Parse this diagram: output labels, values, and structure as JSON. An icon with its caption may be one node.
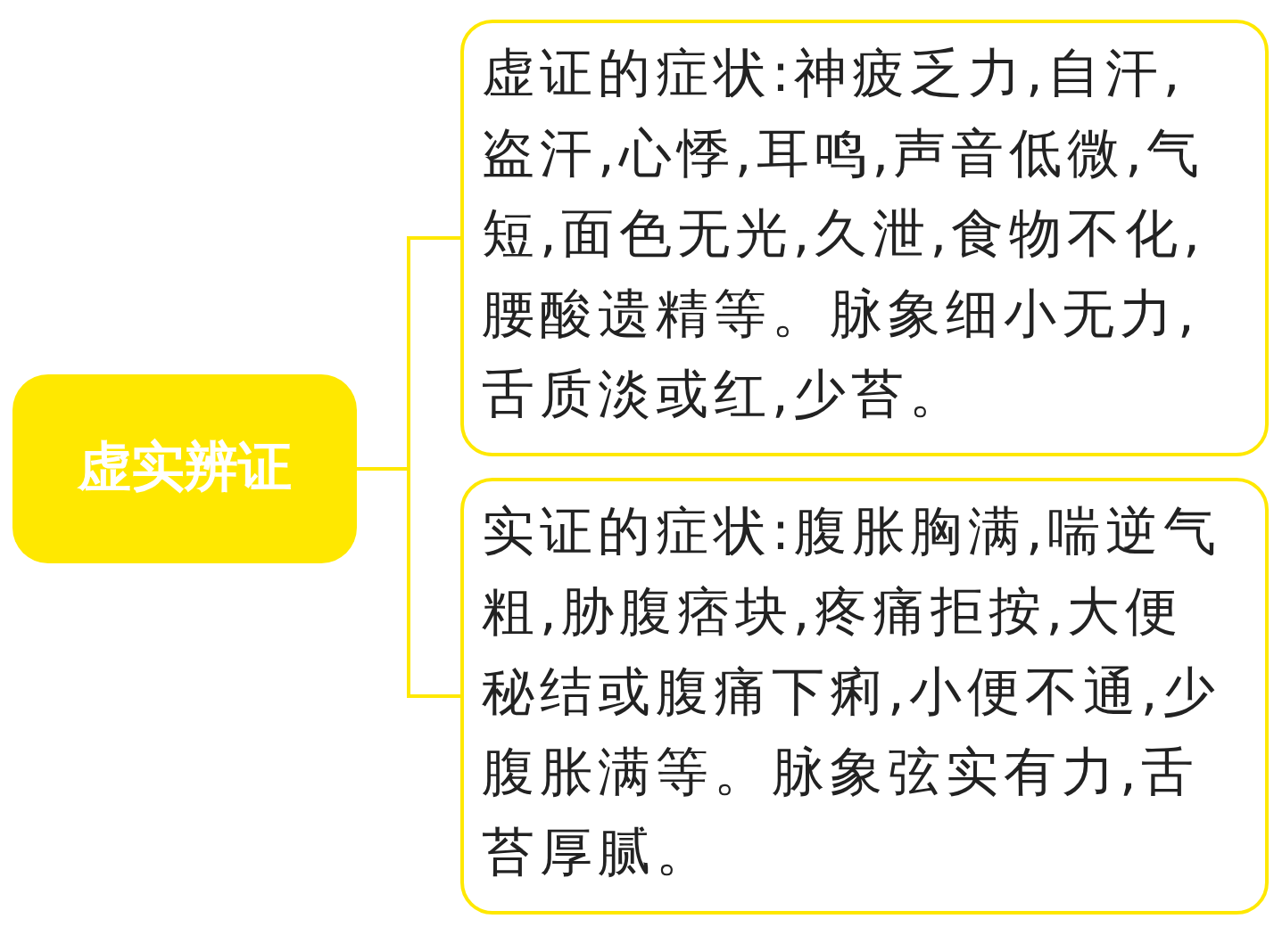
{
  "diagram": {
    "nodes": [
      {
        "text": [
          "虚实辨证"
        ]
      },
      {
        "text": [
          "虚证的症状:神疲乏力,自汗,盗汗,心悸,耳鸣,声音低微,气短,面色无光,久泄,食物不化,腰酸遗精等。脉象细小无力,舌质淡或红,少苔。"
        ]
      },
      {
        "text": [
          "实证的症状:腹胀胸满,喘逆气粗,胁腹痞块,疼痛拒按,大便秘结或腹痛下痢,小便不通,少腹胀满等。脉象弦实有力,舌苔厚腻。"
        ]
      }
    ],
    "edges": [
      {
        "from": 0,
        "to": 1,
        "arrow": "none"
      },
      {
        "from": 0,
        "to": 2,
        "arrow": "none"
      }
    ]
  }
}
